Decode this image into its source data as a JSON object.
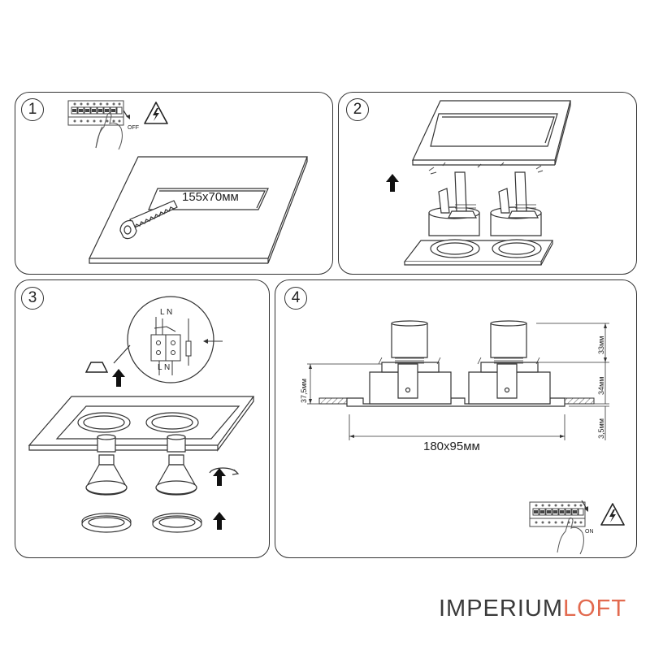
{
  "steps": [
    {
      "number": "1",
      "cutout_label": "155x70мм",
      "switch_label": "OFF"
    },
    {
      "number": "2"
    },
    {
      "number": "3",
      "wire_top": "L N",
      "wire_bottom": "L N"
    },
    {
      "number": "4",
      "size_label": "180x95мм",
      "dim_total": "37,5мм",
      "dim_top": "33мм",
      "dim_mid": "34мм",
      "dim_bottom": "3,5мм",
      "switch_label": "ON"
    }
  ],
  "brand": {
    "part1": "IMPERIUM",
    "part2": "LOFT",
    "color1": "#3a3a3a",
    "color2": "#e26a4f"
  },
  "icons": [
    "circuit-breaker-icon",
    "hand-icon",
    "high-voltage-icon",
    "saw-icon",
    "up-arrow-icon",
    "rotate-icon",
    "screwdriver-icon"
  ]
}
